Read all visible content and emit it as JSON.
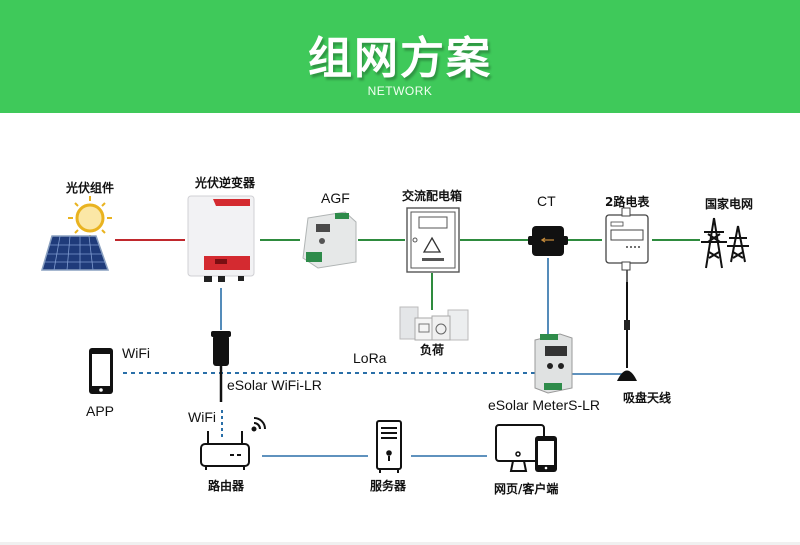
{
  "header": {
    "title": "组网方案",
    "subtitle": "NETWORK",
    "background_color": "#3fc95a"
  },
  "colors": {
    "dc_line": "#c0282d",
    "ac_line": "#2e8b3e",
    "comm_line": "#2a6fa8",
    "wireless_dotted": "#2a6fa8"
  },
  "nodes": {
    "pv_module": {
      "label": "光伏组件",
      "icon": "solar-panel-sun-icon"
    },
    "inverter": {
      "label": "光伏逆变器",
      "icon": "inverter-icon"
    },
    "agf": {
      "label": "AGF",
      "icon": "din-rail-device-icon"
    },
    "ac_box": {
      "label": "交流配电箱",
      "icon": "distribution-box-icon"
    },
    "load": {
      "label": "负荷",
      "icon": "appliances-icon"
    },
    "ct": {
      "label": "CT",
      "icon": "current-transformer-icon"
    },
    "meter": {
      "label": "2路电表",
      "icon": "energy-meter-icon"
    },
    "grid": {
      "label": "国家电网",
      "icon": "power-tower-icon"
    },
    "app": {
      "label": "APP",
      "icon": "smartphone-icon"
    },
    "wifi_lr": {
      "label": "eSolar WiFi-LR",
      "icon": "wifi-dongle-icon"
    },
    "meter_lr": {
      "label": "eSolar MeterS-LR",
      "icon": "meter-module-icon"
    },
    "antenna": {
      "label": "吸盘天线",
      "icon": "antenna-icon"
    },
    "router": {
      "label": "路由器",
      "icon": "router-icon"
    },
    "server": {
      "label": "服务器",
      "icon": "server-icon"
    },
    "client": {
      "label": "网页/客户端",
      "icon": "desktop-phone-icon"
    }
  },
  "links": {
    "app_wifi": "WiFi",
    "lora": "LoRa",
    "router_wifi": "WiFi"
  }
}
